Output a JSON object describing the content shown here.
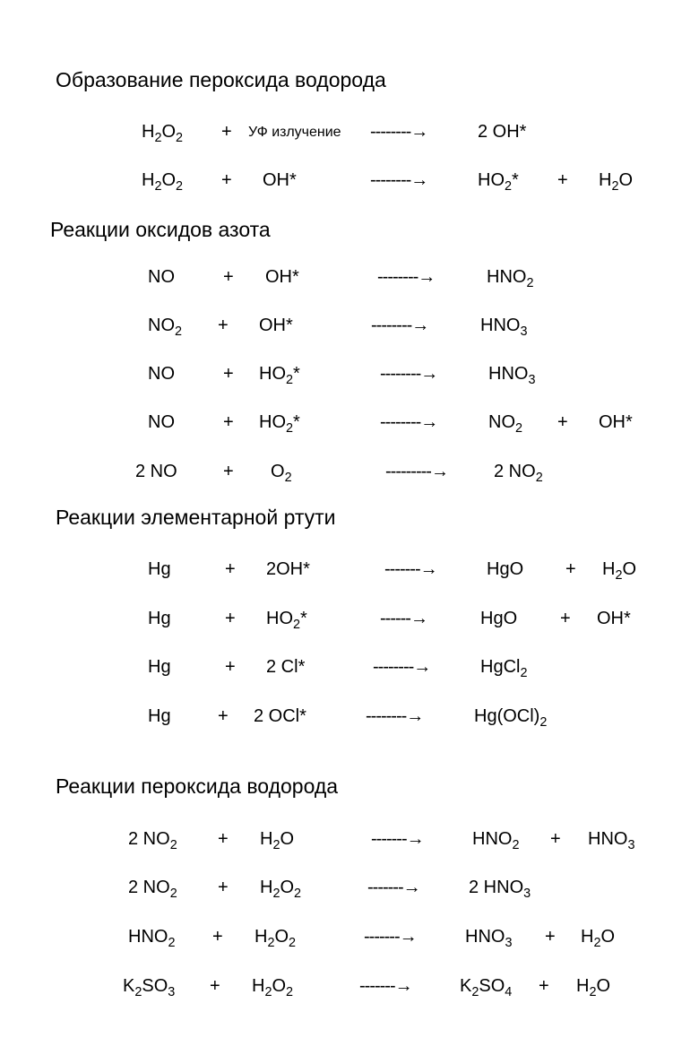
{
  "sections": [
    {
      "heading": "Образование пероксида водорода",
      "rows": [
        {
          "terms": [
            {
              "base": "H",
              "sub": "2",
              "base2": "O",
              "sub2": "2"
            },
            {
              "text": "+"
            },
            {
              "text": "УФ излучение"
            },
            {
              "text": "--------→"
            },
            {
              "text": "2  OH*"
            }
          ]
        },
        {
          "terms": [
            {
              "base": "H",
              "sub": "2",
              "base2": "O",
              "sub2": "2"
            },
            {
              "text": "+"
            },
            {
              "text": "OH*"
            },
            {
              "text": "--------→"
            },
            {
              "base": "HO",
              "sub": "2",
              "base2": "*"
            },
            {
              "text": "+"
            },
            {
              "base": "H",
              "sub": "2",
              "base2": "O"
            }
          ]
        }
      ]
    },
    {
      "heading": "Реакции оксидов азота",
      "rows": [
        {
          "terms": [
            {
              "text": "NO"
            },
            {
              "text": "+"
            },
            {
              "text": "OH*"
            },
            {
              "text": "--------→"
            },
            {
              "base": "HNO",
              "sub": "2"
            }
          ]
        },
        {
          "terms": [
            {
              "base": "NO",
              "sub": "2"
            },
            {
              "text": "+"
            },
            {
              "text": "OH*"
            },
            {
              "text": "--------→"
            },
            {
              "base": "HNO",
              "sub": "3"
            }
          ]
        },
        {
          "terms": [
            {
              "text": "NO"
            },
            {
              "text": "+"
            },
            {
              "base": "HO",
              "sub": "2",
              "base2": "*"
            },
            {
              "text": "--------→"
            },
            {
              "base": "HNO",
              "sub": "3"
            }
          ]
        },
        {
          "terms": [
            {
              "text": "NO"
            },
            {
              "text": "+"
            },
            {
              "base": "HO",
              "sub": "2",
              "base2": "*"
            },
            {
              "text": "--------→"
            },
            {
              "base": "NO",
              "sub": "2"
            },
            {
              "text": "+"
            },
            {
              "text": "OH*"
            }
          ]
        },
        {
          "terms": [
            {
              "text": "2 NO"
            },
            {
              "text": "+"
            },
            {
              "base": "O",
              "sub": "2"
            },
            {
              "text": "---------→"
            },
            {
              "base": "2 NO",
              "sub": "2"
            }
          ]
        }
      ]
    },
    {
      "heading": "Реакции элементарной ртути",
      "rows": [
        {
          "terms": [
            {
              "text": "Hg"
            },
            {
              "text": "+"
            },
            {
              "text": "2OH*"
            },
            {
              "text": "-------→"
            },
            {
              "text": "HgO"
            },
            {
              "text": "+"
            },
            {
              "base": "H",
              "sub": "2",
              "base2": "O"
            }
          ]
        },
        {
          "terms": [
            {
              "text": "Hg"
            },
            {
              "text": "+"
            },
            {
              "base": "HO",
              "sub": "2",
              "base2": "*"
            },
            {
              "text": "------→"
            },
            {
              "text": "HgO"
            },
            {
              "text": "+"
            },
            {
              "text": "OH*"
            }
          ]
        },
        {
          "terms": [
            {
              "text": "Hg"
            },
            {
              "text": "+"
            },
            {
              "text": "2 Cl*"
            },
            {
              "text": "--------→"
            },
            {
              "base": "HgCl",
              "sub": "2"
            }
          ]
        },
        {
          "terms": [
            {
              "text": "Hg"
            },
            {
              "text": "+"
            },
            {
              "text": "2 OCl*"
            },
            {
              "text": "--------→"
            },
            {
              "base": "Hg(OCl)",
              "sub": "2"
            }
          ]
        }
      ]
    },
    {
      "heading": "Реакции пероксида водорода",
      "rows": [
        {
          "terms": [
            {
              "base": "2 NO",
              "sub": "2"
            },
            {
              "text": "+"
            },
            {
              "base": "H",
              "sub": "2",
              "base2": "O"
            },
            {
              "text": "-------→"
            },
            {
              "base": "HNO",
              "sub": "2"
            },
            {
              "text": "+"
            },
            {
              "base": "HNO",
              "sub": "3"
            }
          ]
        },
        {
          "terms": [
            {
              "base": "2 NO",
              "sub": "2"
            },
            {
              "text": "+"
            },
            {
              "base": "H",
              "sub": "2",
              "base2": "O",
              "sub2": "2"
            },
            {
              "text": "-------→"
            },
            {
              "base": "2 HNO",
              "sub": "3"
            }
          ]
        },
        {
          "terms": [
            {
              "base": "HNO",
              "sub": "2"
            },
            {
              "text": "+"
            },
            {
              "base": "H",
              "sub": "2",
              "base2": "O",
              "sub2": "2"
            },
            {
              "text": "-------→"
            },
            {
              "base": "HNO",
              "sub": "3"
            },
            {
              "text": "+"
            },
            {
              "base": "H",
              "sub": "2",
              "base2": "O"
            }
          ]
        },
        {
          "terms": [
            {
              "base": "K",
              "sub": "2",
              "base2": "SO",
              "sub2": "3"
            },
            {
              "text": "+"
            },
            {
              "base": "H",
              "sub": "2",
              "base2": "O",
              "sub2": "2"
            },
            {
              "text": "-------→"
            },
            {
              "base": "K",
              "sub": "2",
              "base2": "SO",
              "sub2": "4"
            },
            {
              "text": "+"
            },
            {
              "base": "H",
              "sub": "2",
              "base2": "O"
            }
          ]
        }
      ]
    }
  ]
}
